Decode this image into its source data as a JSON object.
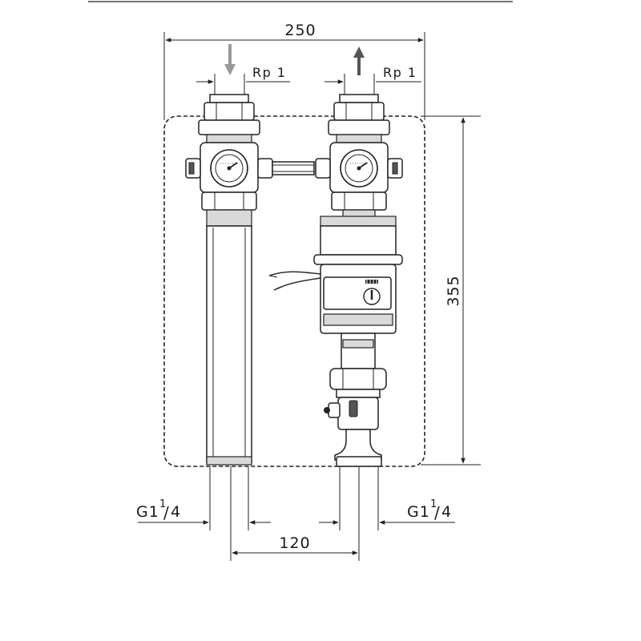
{
  "dimensions": {
    "width": "250",
    "height": "355",
    "spacing": "120",
    "inlet_thread": "Rp 1",
    "outlet_thread": "Rp 1",
    "left_connection": "G1",
    "right_connection": "G1",
    "fraction_num": "1",
    "fraction_den": "4"
  }
}
